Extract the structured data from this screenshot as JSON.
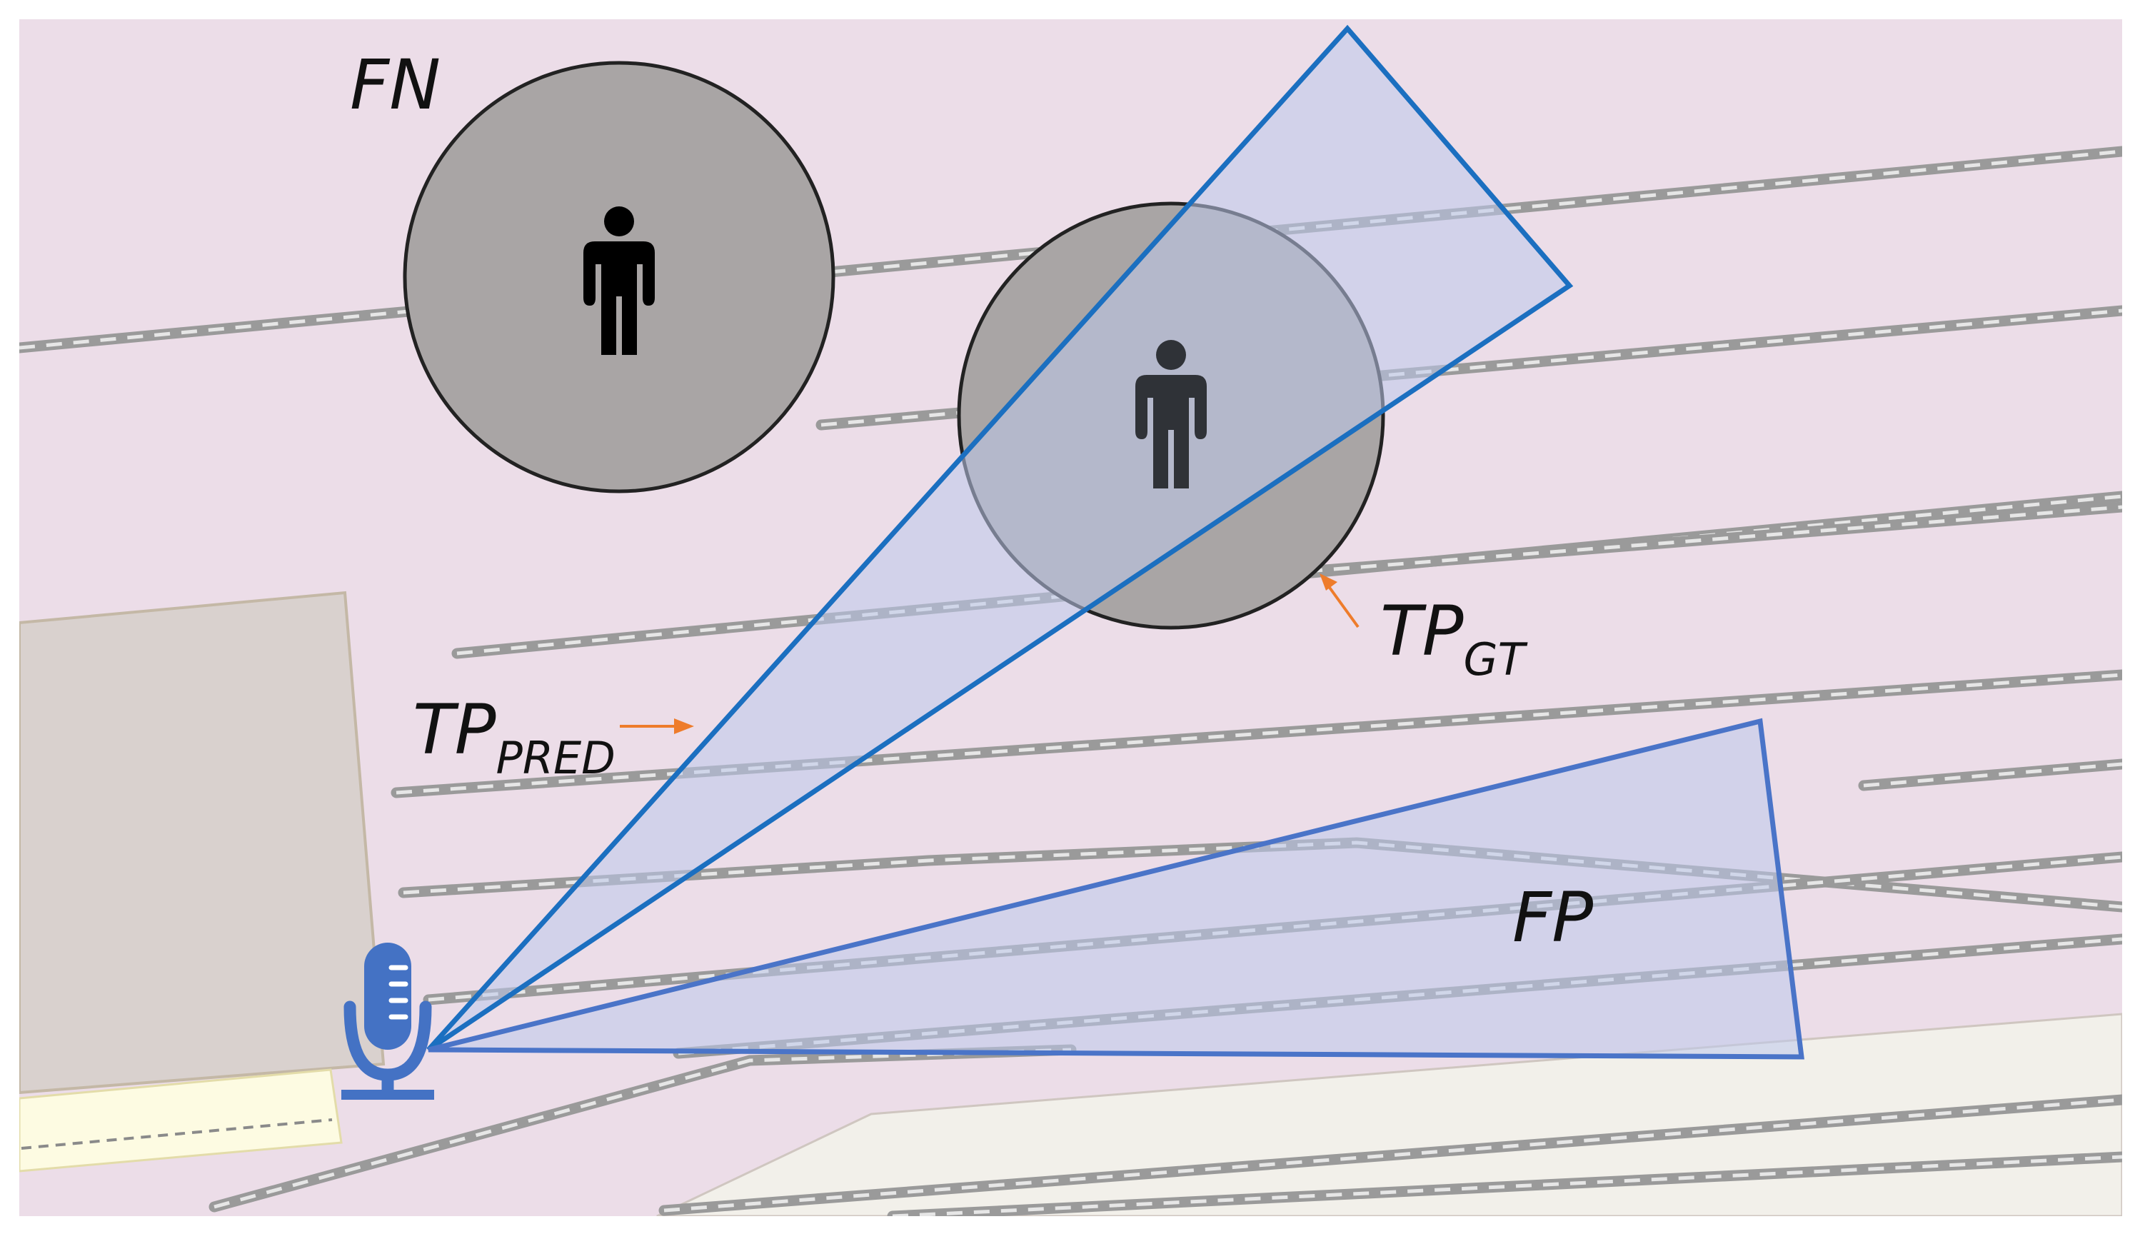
{
  "labels": {
    "fn": "FN",
    "fp": "FP",
    "tp_gt_main": "TP",
    "tp_gt_sub": "GT",
    "tp_pred_main": "TP",
    "tp_pred_sub": "PRED"
  },
  "icons": {
    "person": "person-icon",
    "microphone": "microphone-icon"
  },
  "colors": {
    "background": "#ecdde8",
    "circle_fill": "#a9a5a5",
    "circle_stroke": "#222222",
    "person_fn": "#000000",
    "person_tp": "#2f3237",
    "cone_fill": "rgba(190,200,235,0.55)",
    "tp_cone_stroke": "#1b6fc0",
    "fp_cone_stroke": "#4a74c8",
    "arrow": "#ee7c2b",
    "microphone": "#4472c4",
    "building": "#d9d1ce",
    "road": "#f2f0ea",
    "track": "#9a9a9a"
  }
}
